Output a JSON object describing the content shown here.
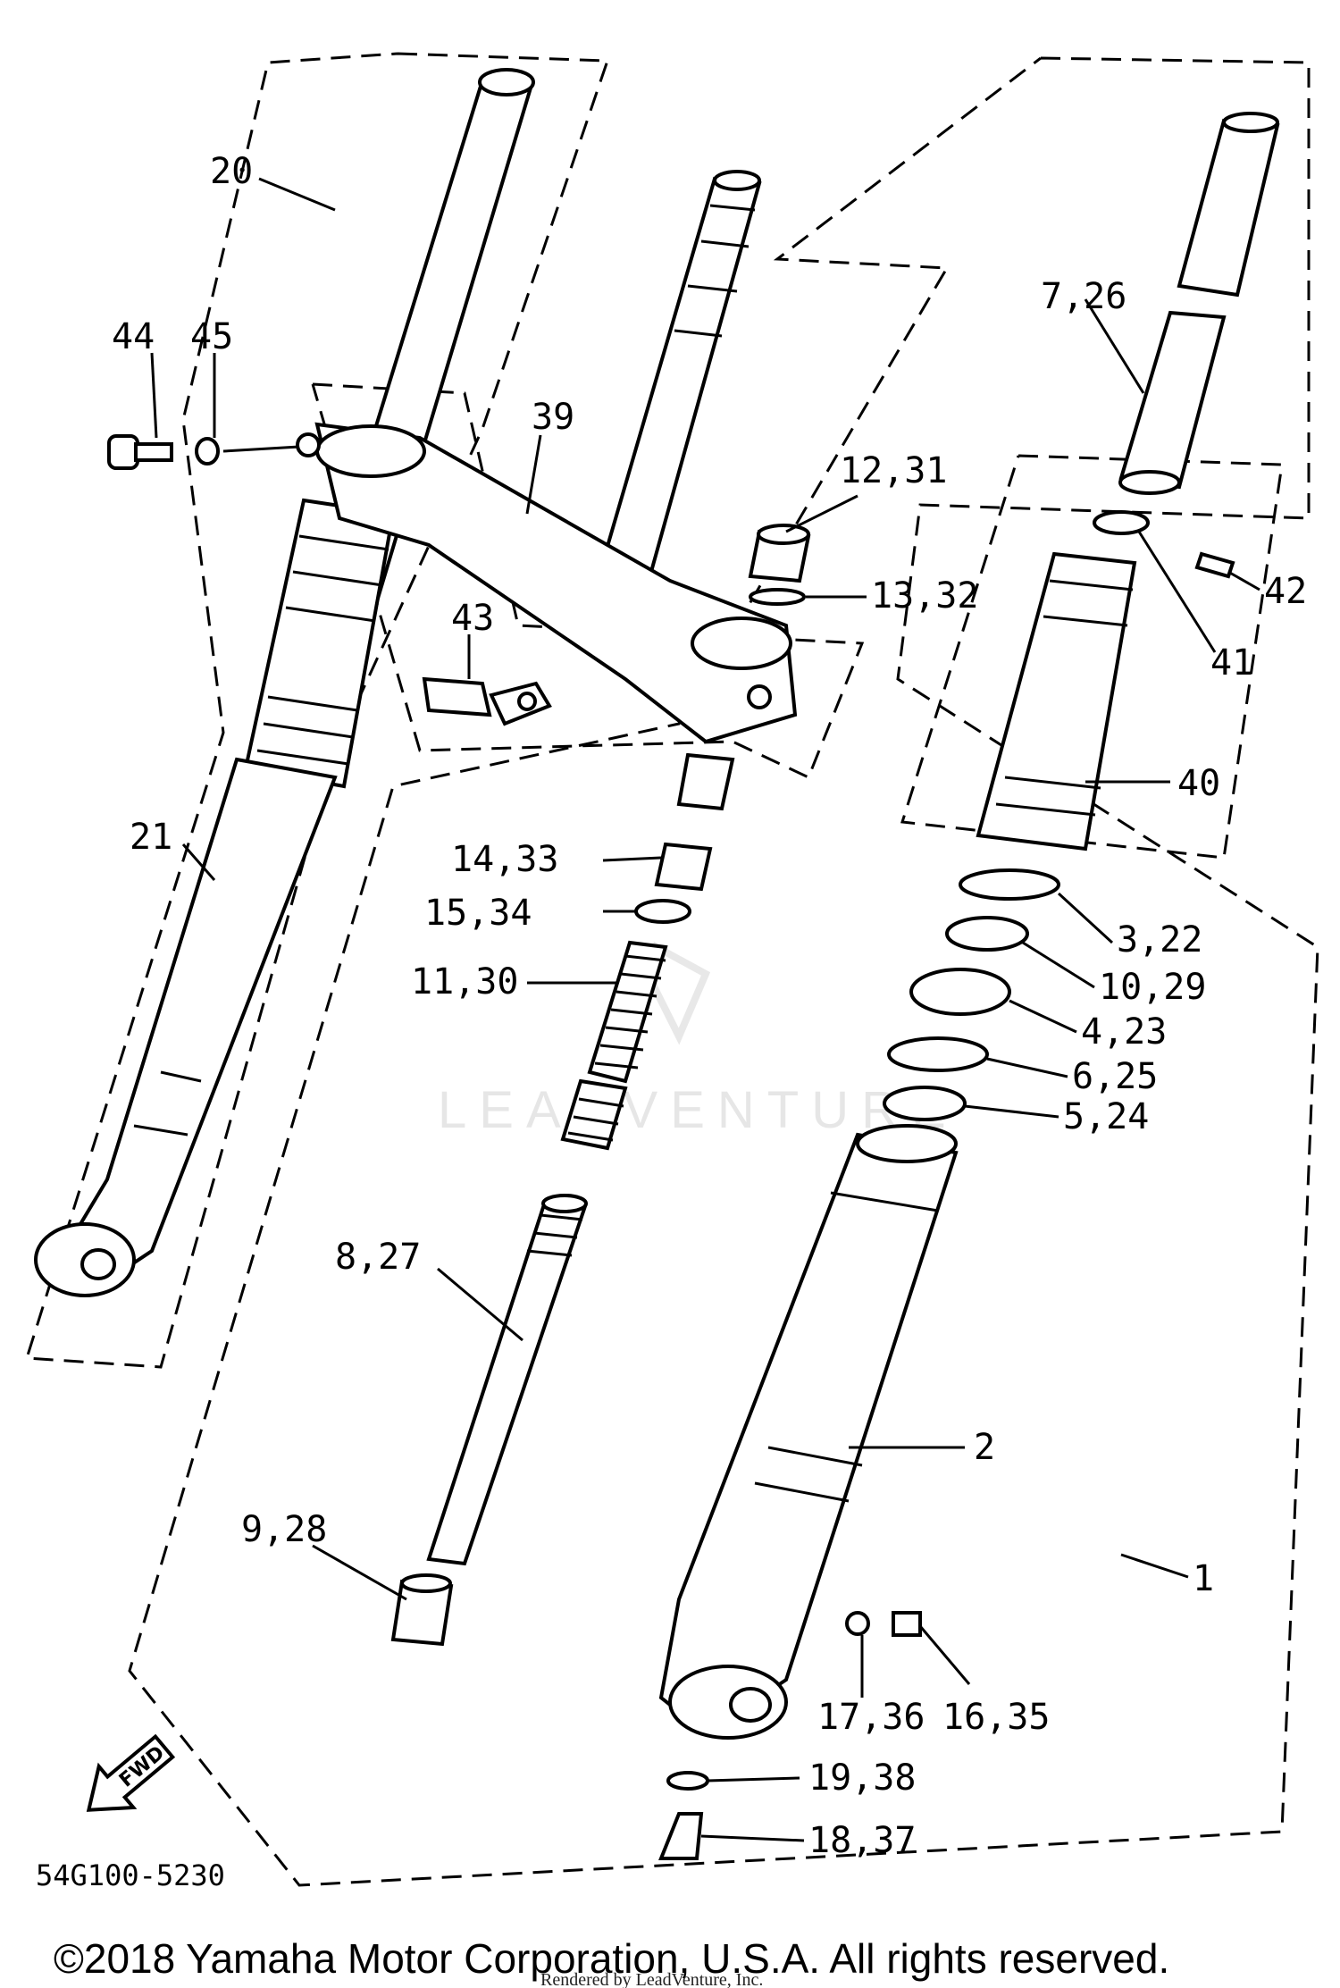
{
  "diagram": {
    "labels": {
      "l1": "1",
      "l2": "2",
      "l3_22": "3,22",
      "l4_23": "4,23",
      "l5_24": "5,24",
      "l6_25": "6,25",
      "l7_26": "7,26",
      "l8_27": "8,27",
      "l9_28": "9,28",
      "l10_29": "10,29",
      "l11_30": "11,30",
      "l12_31": "12,31",
      "l13_32": "13,32",
      "l14_33": "14,33",
      "l15_34": "15,34",
      "l16_35": "16,35",
      "l17_36": "17,36",
      "l18_37": "18,37",
      "l19_38": "19,38",
      "l20": "20",
      "l21": "21",
      "l39": "39",
      "l40": "40",
      "l41": "41",
      "l42": "42",
      "l43": "43",
      "l44": "44",
      "l45": "45"
    },
    "fwd_arrow": "FWD",
    "diagram_code": "54G100-5230",
    "watermark": "LEADVENTURE"
  },
  "footer": {
    "copyright": "©2018 Yamaha Motor Corporation, U.S.A. All rights reserved.",
    "rendered_by": "Rendered by LeadVenture, Inc."
  }
}
